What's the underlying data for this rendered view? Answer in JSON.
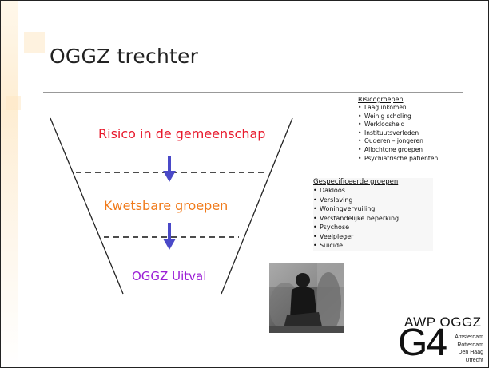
{
  "slide": {
    "title": "OGGZ trechter"
  },
  "funnel": {
    "level1": "Risico in de gemeenschap",
    "level2": "Kwetsbare groepen",
    "level3": "OGGZ Uitval",
    "colors": {
      "level1": "#e8192c",
      "level2": "#f07a1a",
      "level3": "#9b1fd6",
      "arrow": "#4a49c8"
    }
  },
  "risicogroepen": {
    "heading": "Risicogroepen",
    "items": [
      "Laag inkomen",
      "Weinig scholing",
      "Werkloosheid",
      "Instituutsverleden",
      "Ouderen – jongeren",
      "Allochtone groepen",
      "Psychiatrische patiënten"
    ]
  },
  "gespecificeerde": {
    "heading": "Gespecificeerde groepen",
    "items": [
      "Dakloos",
      "Verslaving",
      "Woningvervuiling",
      "Verstandelijke beperking",
      "Psychose",
      "Veelpleger",
      "Suïcide"
    ]
  },
  "logo": {
    "top": "AWP OGGZ",
    "big": "G4",
    "cities": [
      "Amsterdam",
      "Rotterdam",
      "Den Haag",
      "Utrecht"
    ]
  },
  "icons": {
    "photo": "homeless-person-photo",
    "arrow": "down-arrow-icon"
  }
}
